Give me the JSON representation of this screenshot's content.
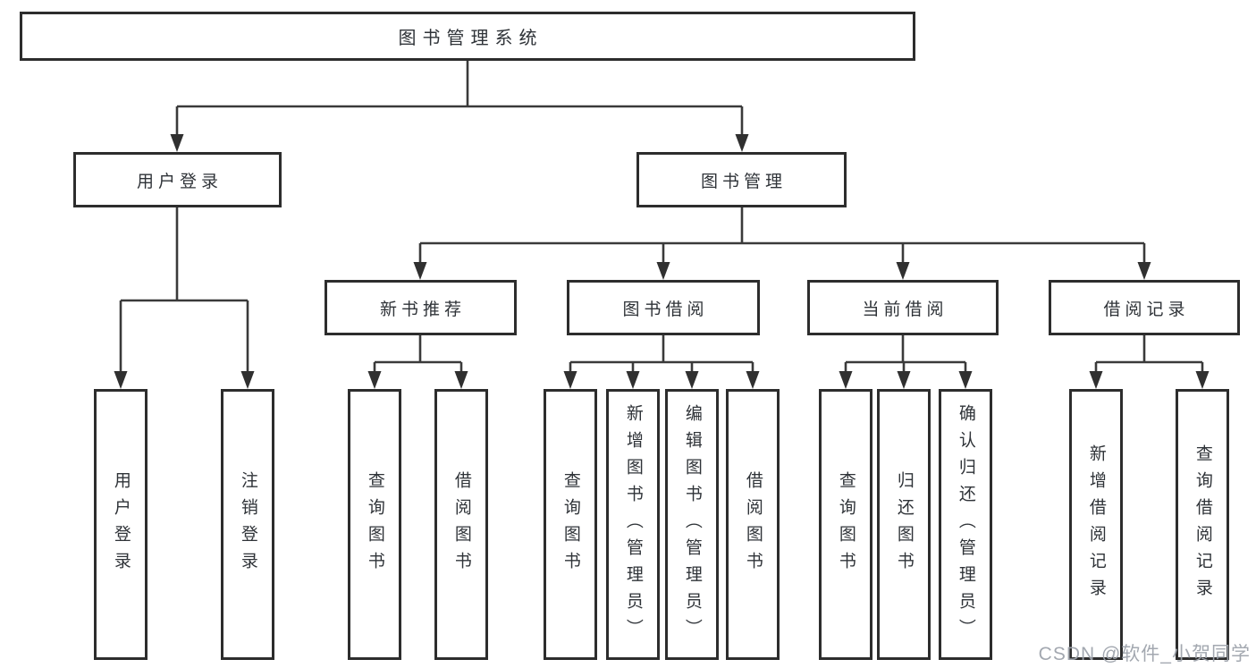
{
  "diagram": {
    "root": {
      "label": "图书管理系统"
    },
    "branches": [
      {
        "label": "用户登录",
        "children": [
          {
            "label": "用户登录"
          },
          {
            "label": "注销登录"
          }
        ]
      },
      {
        "label": "图书管理",
        "children": [
          {
            "label": "新书推荐",
            "children": [
              {
                "label": "查询图书"
              },
              {
                "label": "借阅图书"
              }
            ]
          },
          {
            "label": "图书借阅",
            "children": [
              {
                "label": "查询图书"
              },
              {
                "label": "新增图书（管理员）"
              },
              {
                "label": "编辑图书（管理员）"
              },
              {
                "label": "借阅图书"
              }
            ]
          },
          {
            "label": "当前借阅",
            "children": [
              {
                "label": "查询图书"
              },
              {
                "label": "归还图书"
              },
              {
                "label": "确认归还（管理员）"
              }
            ]
          },
          {
            "label": "借阅记录",
            "children": [
              {
                "label": "新增借阅记录"
              },
              {
                "label": "查询借阅记录"
              }
            ]
          }
        ]
      }
    ]
  },
  "watermark": {
    "text": "CSDN @软件_小贺同学"
  },
  "colors": {
    "box_border": "#2d2d2d",
    "connector_line": "#3a3a3a",
    "text": "#2f3338",
    "watermark": "#9ea3ac",
    "background": "#ffffff"
  }
}
